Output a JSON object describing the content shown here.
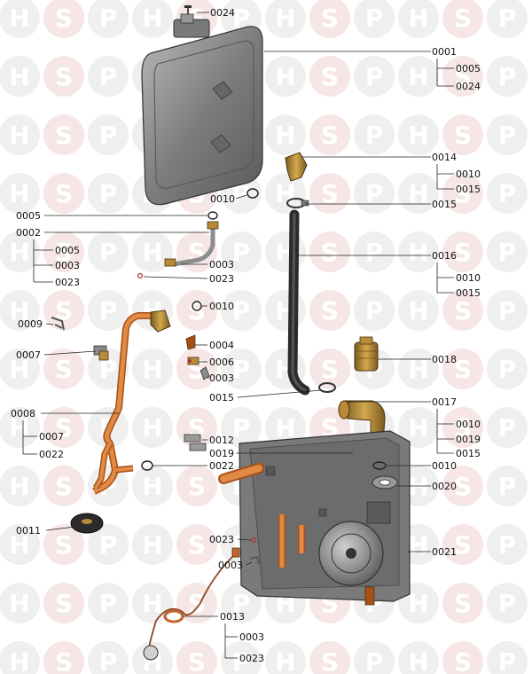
{
  "title": "Boiler hydraulic assembly - exploded parts diagram",
  "watermark": {
    "letters": [
      "H",
      "S",
      "P"
    ],
    "circle_color": "#efefef",
    "accent_circle_color": "#f6e6e6"
  },
  "colors": {
    "copper": "#d8772e",
    "copper_dark": "#a94f15",
    "brass": "#b88a3a",
    "tank": "#8a8a8a",
    "hose": "#2b2b2b",
    "frame": "#6f6f6f",
    "label": "#111111"
  },
  "labels": {
    "l0024_top": "0024",
    "l0001": "0001",
    "l0005_a": "0005",
    "l0024_b": "0024",
    "l0014": "0014",
    "l0010_a": "0010",
    "l0015_a": "0015",
    "l0010_tank": "0010",
    "l0015_clip": "0015",
    "l0005_left": "0005",
    "l0002": "0002",
    "l0005_sub": "0005",
    "l0003_sub": "0003",
    "l0023_sub": "0023",
    "l0003_mid": "0003",
    "l0023_mid": "0023",
    "l0016": "0016",
    "l0010_b": "0010",
    "l0015_b": "0015",
    "l0010_oring": "0010",
    "l0009": "0009",
    "l0004": "0004",
    "l0007": "0007",
    "l0006": "0006",
    "l0003_pin": "0003",
    "l0018": "0018",
    "l0015_clip2": "0015",
    "l0017": "0017",
    "l0008": "0008",
    "l0010_c": "0010",
    "l0007_sub": "0007",
    "l0019_c": "0019",
    "l0012": "0012",
    "l0015_c": "0015",
    "l0019": "0019",
    "l0022_sub": "0022",
    "l0022": "0022",
    "l0010_right": "0010",
    "l0020": "0020",
    "l0011": "0011",
    "l0023_low": "0023",
    "l0021": "0021",
    "l0003_low": "0003",
    "l0013": "0013",
    "l0003_bot": "0003",
    "l0023_bot": "0023"
  }
}
